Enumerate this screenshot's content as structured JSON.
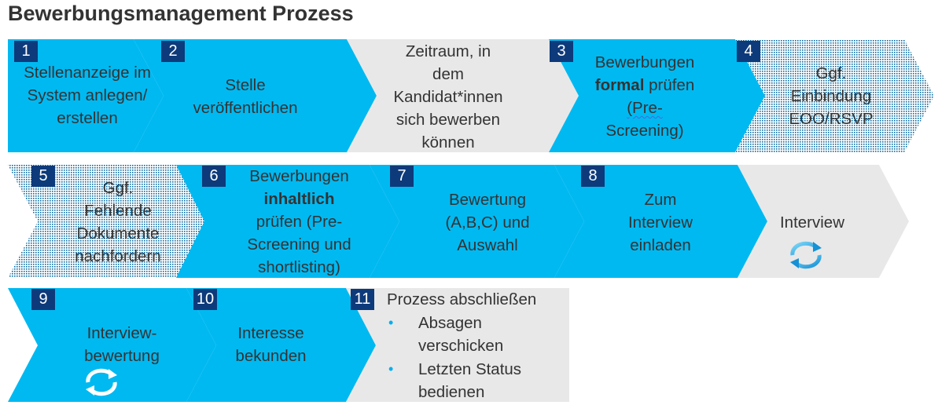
{
  "title": "Bewerbungsmanagement Prozess",
  "colors": {
    "blue": "#00b9f1",
    "grey": "#e8e8e8",
    "badge": "#0d3a7a",
    "text": "#333333",
    "pattern": "#0a6aa1"
  },
  "steps": [
    {
      "number": "1",
      "style": "blue",
      "lines": [
        "Stellenanzeige im",
        "System anlegen/",
        "erstellen"
      ]
    },
    {
      "number": "2",
      "style": "blue",
      "lines": [
        "Stelle",
        "veröffentlichen"
      ]
    },
    {
      "number": "",
      "style": "grey",
      "lines": [
        "Zeitraum, in",
        "dem",
        "Kandidat*innen",
        "sich bewerben",
        "können"
      ]
    },
    {
      "number": "3",
      "style": "blue",
      "lines": [
        "Bewerbungen",
        "formal",
        "prüfen",
        "(Pre-",
        "Screening)"
      ]
    },
    {
      "number": "4",
      "style": "pattern",
      "lines": [
        "Ggf.",
        "Einbindung",
        "EOO/RSVP"
      ]
    },
    {
      "number": "5",
      "style": "pattern",
      "lines": [
        "Ggf.",
        "Fehlende",
        "Dokumente",
        "nachfordern"
      ]
    },
    {
      "number": "6",
      "style": "blue",
      "lines": [
        "Bewerbungen",
        "inhaltlich",
        "prüfen (Pre-",
        "Screening und",
        "shortlisting)"
      ]
    },
    {
      "number": "7",
      "style": "blue",
      "lines": [
        "Bewertung",
        "(A,B,C) und",
        "Auswahl"
      ]
    },
    {
      "number": "8",
      "style": "blue",
      "lines": [
        "Zum",
        "Interview",
        "einladen"
      ]
    },
    {
      "number": "",
      "style": "grey",
      "lines": [
        "Interview"
      ],
      "icon": "cycle-arrows-icon"
    },
    {
      "number": "9",
      "style": "blue",
      "lines": [
        "Interview-",
        "bewertung"
      ],
      "icon": "cycle-arrows-icon"
    },
    {
      "number": "10",
      "style": "blue",
      "lines": [
        "Interesse",
        "bekunden"
      ]
    }
  ],
  "final_step": {
    "number": "11",
    "title": "Prozess abschließen",
    "bullets": [
      "Absagen verschicken",
      "Letzten Status bedienen"
    ]
  }
}
